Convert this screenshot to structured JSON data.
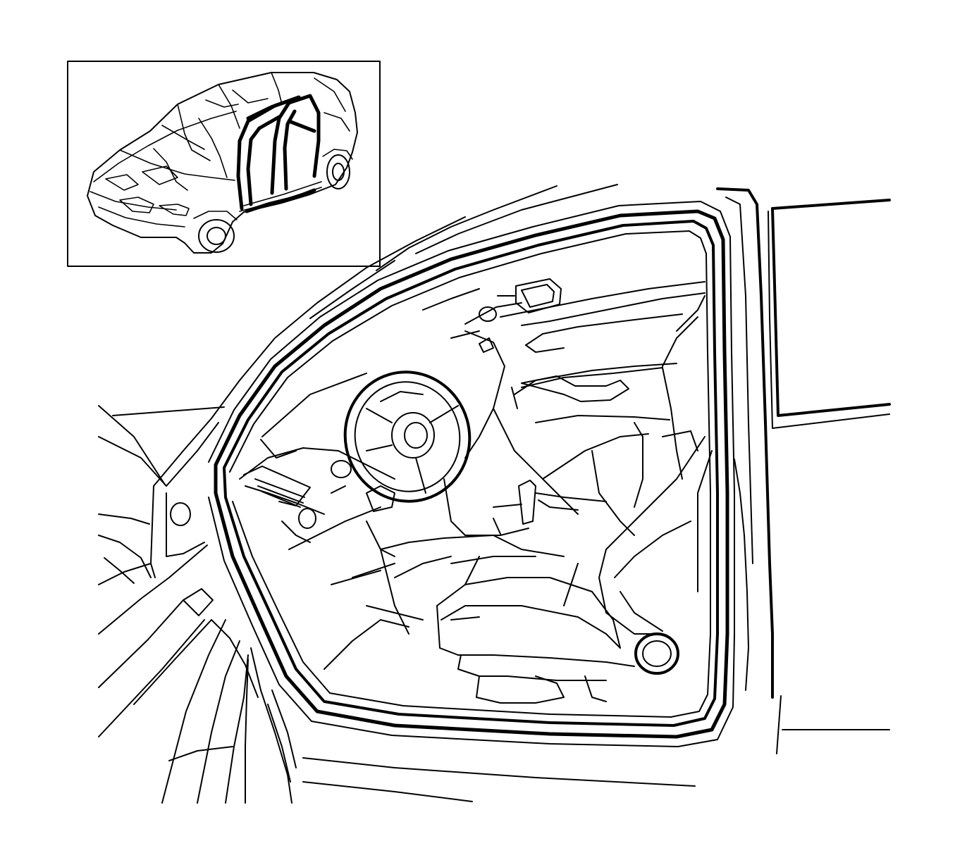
{
  "diagram": {
    "kind": "line-art-technical-illustration",
    "subject": "front-left-door-opening-seal",
    "inset": {
      "subject": "car-body-overview",
      "highlight": "door-frame-seals"
    },
    "main_view": {
      "subject": "driver-door-aperture-interior-view"
    },
    "colors": {
      "stroke": "#000000",
      "background": "#ffffff"
    }
  }
}
